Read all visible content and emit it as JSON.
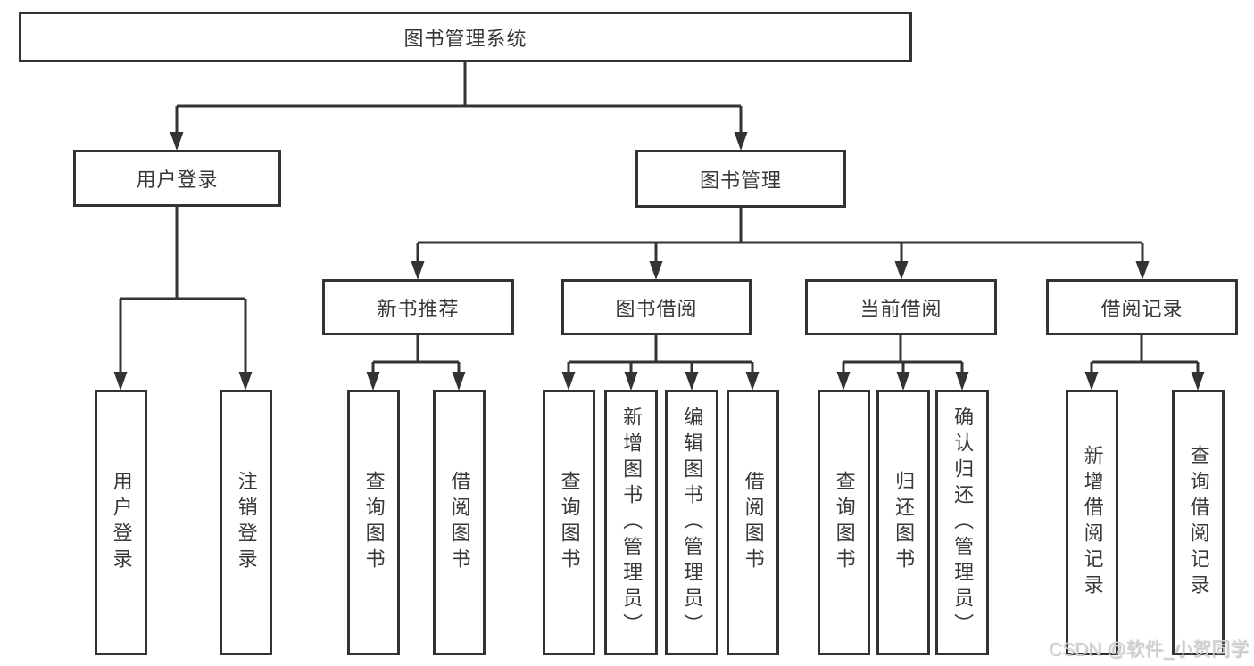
{
  "colors": {
    "line": "#333333",
    "border": "#333333",
    "text": "#383838",
    "background": "#ffffff",
    "watermark_text": "#d7d7d7"
  },
  "watermark": "CSDN @软件_小贺同学",
  "tree": {
    "root": {
      "label": "图书管理系统",
      "children": [
        {
          "label": "用户登录",
          "children": [
            {
              "label": "用户登录"
            },
            {
              "label": "注销登录"
            }
          ]
        },
        {
          "label": "图书管理",
          "children": [
            {
              "label": "新书推荐",
              "children": [
                {
                  "label": "查询图书"
                },
                {
                  "label": "借阅图书"
                }
              ]
            },
            {
              "label": "图书借阅",
              "children": [
                {
                  "label": "查询图书"
                },
                {
                  "label": "新增图书（管理员）"
                },
                {
                  "label": "编辑图书（管理员）"
                },
                {
                  "label": "借阅图书"
                }
              ]
            },
            {
              "label": "当前借阅",
              "children": [
                {
                  "label": "查询图书"
                },
                {
                  "label": "归还图书"
                },
                {
                  "label": "确认归还（管理员）"
                }
              ]
            },
            {
              "label": "借阅记录",
              "children": [
                {
                  "label": "新增借阅记录"
                },
                {
                  "label": "查询借阅记录"
                }
              ]
            }
          ]
        }
      ]
    }
  }
}
